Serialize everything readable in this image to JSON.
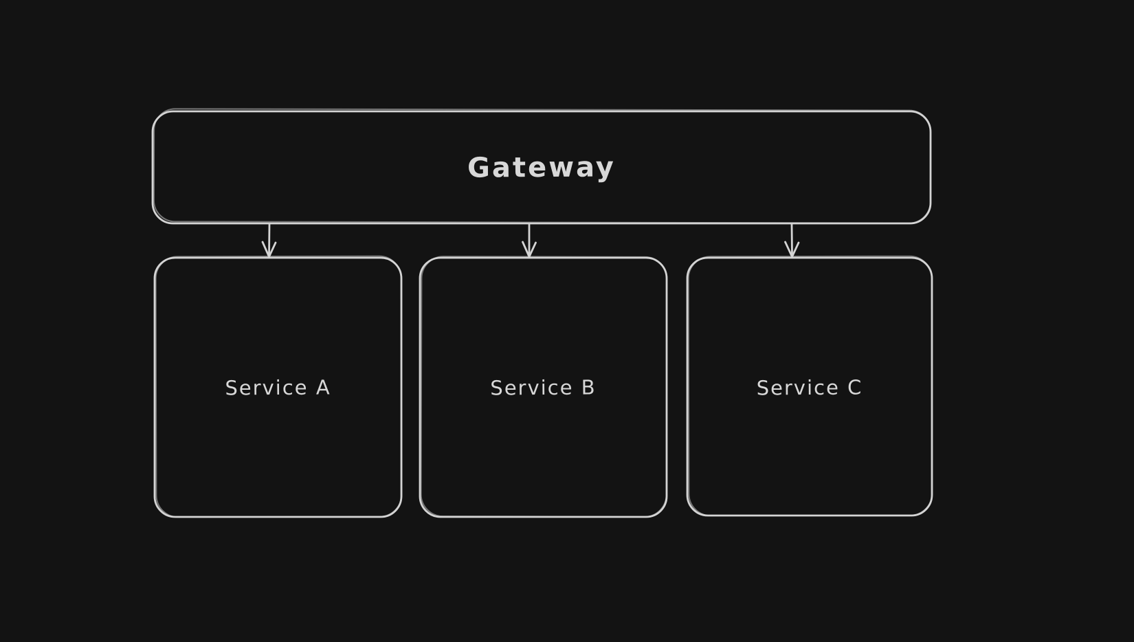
{
  "canvas": {
    "background_color": "#131313",
    "stroke_color": "#d4d4d4",
    "text_color": "#d8d8d8",
    "style": "hand-drawn-whiteboard"
  },
  "diagram": {
    "type": "architecture-flowchart",
    "nodes": [
      {
        "id": "gateway",
        "label": "Gateway",
        "shape": "rounded-rectangle",
        "row": "top"
      },
      {
        "id": "service-a",
        "label": "Service A",
        "shape": "rounded-rectangle",
        "row": "bottom"
      },
      {
        "id": "service-b",
        "label": "Service B",
        "shape": "rounded-rectangle",
        "row": "bottom"
      },
      {
        "id": "service-c",
        "label": "Service C",
        "shape": "rounded-rectangle",
        "row": "bottom"
      }
    ],
    "edges": [
      {
        "from": "gateway",
        "to": "service-a",
        "style": "arrow-down"
      },
      {
        "from": "gateway",
        "to": "service-b",
        "style": "arrow-down"
      },
      {
        "from": "gateway",
        "to": "service-c",
        "style": "arrow-down"
      }
    ]
  }
}
